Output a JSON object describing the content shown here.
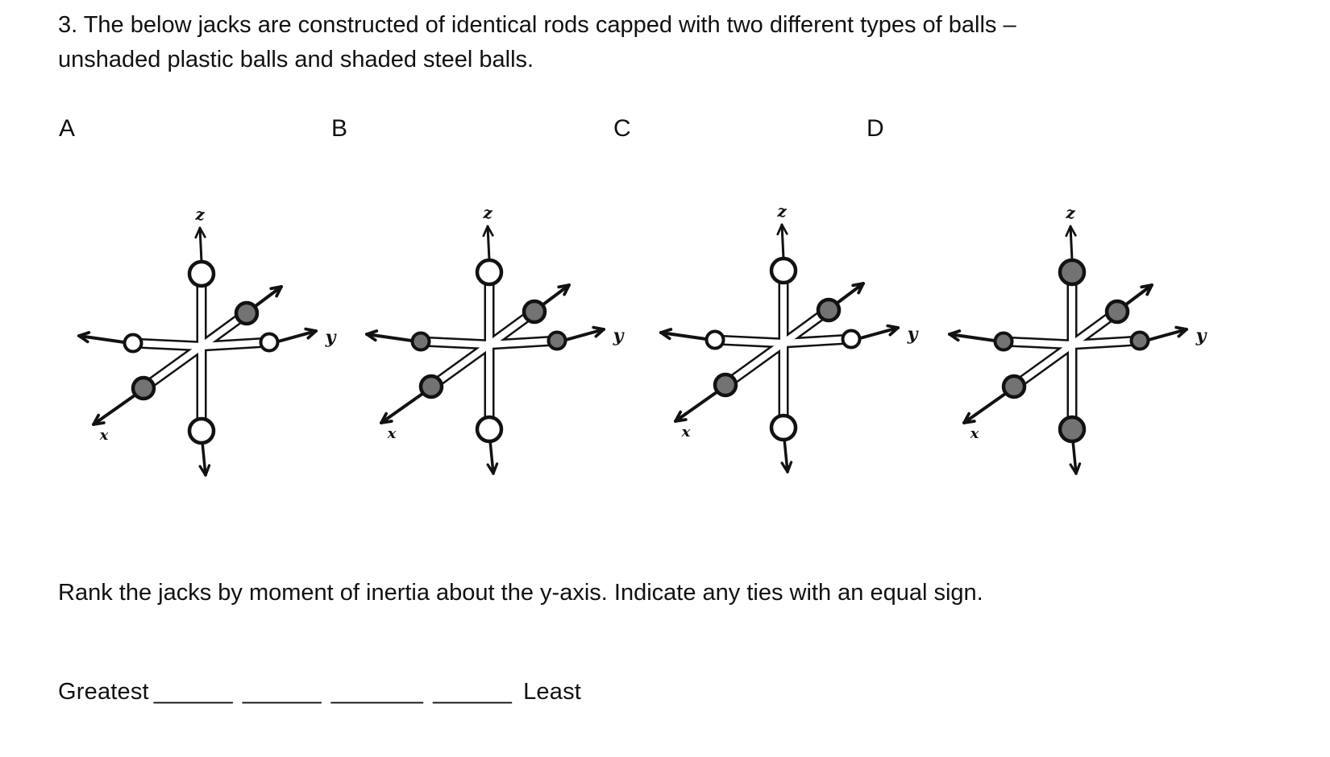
{
  "page": {
    "background": "#ffffff",
    "text_color": "#111111",
    "ink_color": "#121212"
  },
  "problem": {
    "statement_line1": "3. The below jacks are constructed of identical rods capped with two different types of balls –",
    "statement_line2": "unshaded plastic balls and shaded steel balls."
  },
  "figures": {
    "ball_types": {
      "plastic": {
        "description": "unshaded plastic ball",
        "fill": "#ffffff"
      },
      "steel": {
        "description": "shaded steel ball",
        "fill": "#737373"
      }
    },
    "axis_labels": {
      "vertical": "z",
      "horizontal": "y",
      "diagonal": "x"
    },
    "jacks": [
      {
        "label": "A",
        "balls": {
          "top": "plastic",
          "bottom": "plastic",
          "left": "plastic",
          "right": "plastic",
          "upper_right": "steel",
          "lower_left": "steel"
        }
      },
      {
        "label": "B",
        "balls": {
          "top": "plastic",
          "bottom": "plastic",
          "left": "steel",
          "right": "steel",
          "upper_right": "steel",
          "lower_left": "steel"
        }
      },
      {
        "label": "C",
        "balls": {
          "top": "plastic",
          "bottom": "plastic",
          "left": "plastic",
          "right": "plastic",
          "upper_right": "steel",
          "lower_left": "steel"
        }
      },
      {
        "label": "D",
        "balls": {
          "top": "steel",
          "bottom": "steel",
          "left": "steel",
          "right": "steel",
          "upper_right": "steel",
          "lower_left": "steel"
        }
      }
    ]
  },
  "question": {
    "prompt": "Rank the jacks by moment of inertia about the y-axis. Indicate any ties with an equal sign."
  },
  "answer_line": {
    "greatest_label": "Greatest",
    "blanks": [
      "______",
      "______",
      "_______",
      "______"
    ],
    "least_label": "Least"
  }
}
